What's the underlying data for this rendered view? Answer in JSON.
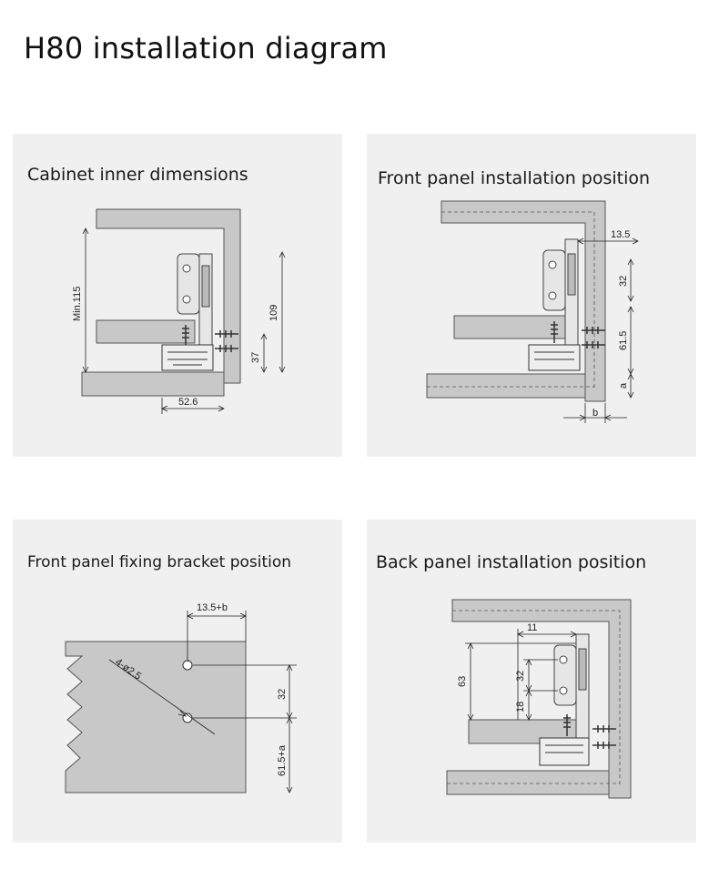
{
  "page_title": "H80 installation diagram",
  "panels": [
    {
      "title": "Cabinet inner dimensions",
      "dims": {
        "min_height": "Min.115",
        "height": "109",
        "slide": "37",
        "depth": "52.6"
      }
    },
    {
      "title": "Front panel installation position",
      "dims": {
        "offset": "13.5",
        "hole_spacing": "32",
        "height": "61.5",
        "a": "a",
        "b": "b"
      }
    },
    {
      "title": "Front panel fixing bracket position",
      "dims": {
        "offset": "13.5+b",
        "holes": "4-ø2.5",
        "hole_spacing": "32",
        "height": "61.5+a"
      }
    },
    {
      "title": "Back panel installation position",
      "dims": {
        "offset": "11",
        "height": "63",
        "hole_spacing": "32",
        "bottom": "18"
      }
    }
  ]
}
